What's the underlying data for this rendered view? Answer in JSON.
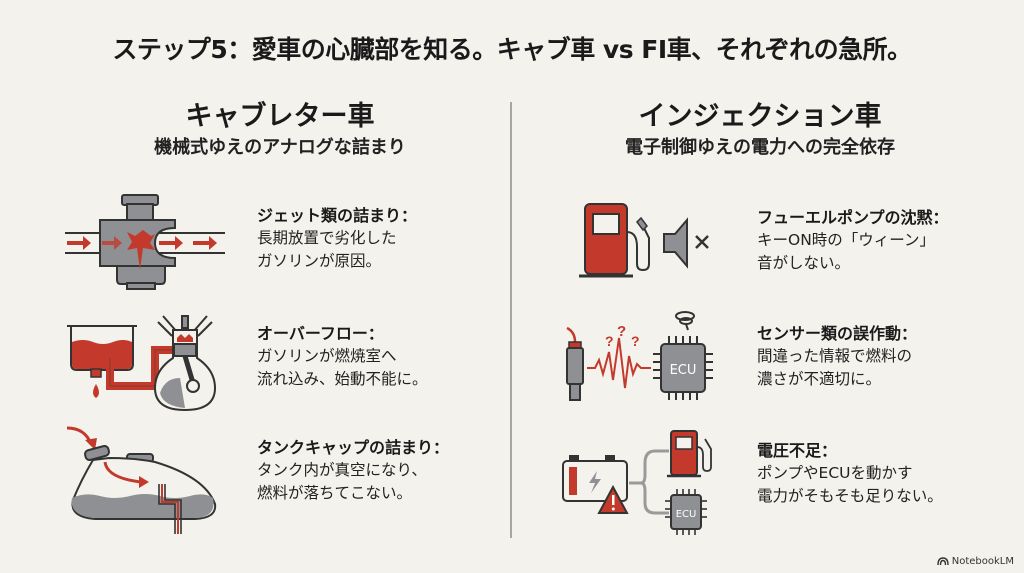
{
  "title": "ステップ5：愛車の心臓部を知る。キャブ車 vs FI車、それぞれの急所。",
  "colors": {
    "background": "#f4f2ec",
    "accent_red": "#c33a2c",
    "icon_gray": "#8f9093",
    "outline": "#3a3a3a",
    "divider": "#a8a6a0"
  },
  "left": {
    "heading": "キャブレター車",
    "subheading": "機械式ゆえのアナログな詰まり",
    "items": [
      {
        "icon": "carburetor-jet-clog-icon",
        "title": "ジェット類の詰まり：",
        "lines": [
          "長期放置で劣化した",
          "ガソリンが原因。"
        ]
      },
      {
        "icon": "overflow-engine-icon",
        "title": "オーバーフロー：",
        "lines": [
          "ガソリンが燃焼室へ",
          "流れ込み、始動不能に。"
        ]
      },
      {
        "icon": "fuel-tank-cap-icon",
        "title": "タンクキャップの詰まり：",
        "lines": [
          "タンク内が真空になり、",
          "燃料が落ちてこない。"
        ]
      }
    ]
  },
  "right": {
    "heading": "インジェクション車",
    "subheading": "電子制御ゆえの電力への完全依存",
    "items": [
      {
        "icon": "fuel-pump-mute-icon",
        "title": "フューエルポンプの沈黙：",
        "lines": [
          "キーON時の「ウィーン」",
          "音がしない。"
        ]
      },
      {
        "icon": "sensor-ecu-error-icon",
        "title": "センサー類の誤作動：",
        "lines": [
          "間違った情報で燃料の",
          "濃さが不適切に。"
        ],
        "ecu_label": "ECU"
      },
      {
        "icon": "low-voltage-battery-icon",
        "title": "電圧不足：",
        "lines": [
          "ポンプやECUを動かす",
          "電力がそもそも足りない。"
        ],
        "ecu_label": "ECU"
      }
    ]
  },
  "watermark": "NotebookLM"
}
